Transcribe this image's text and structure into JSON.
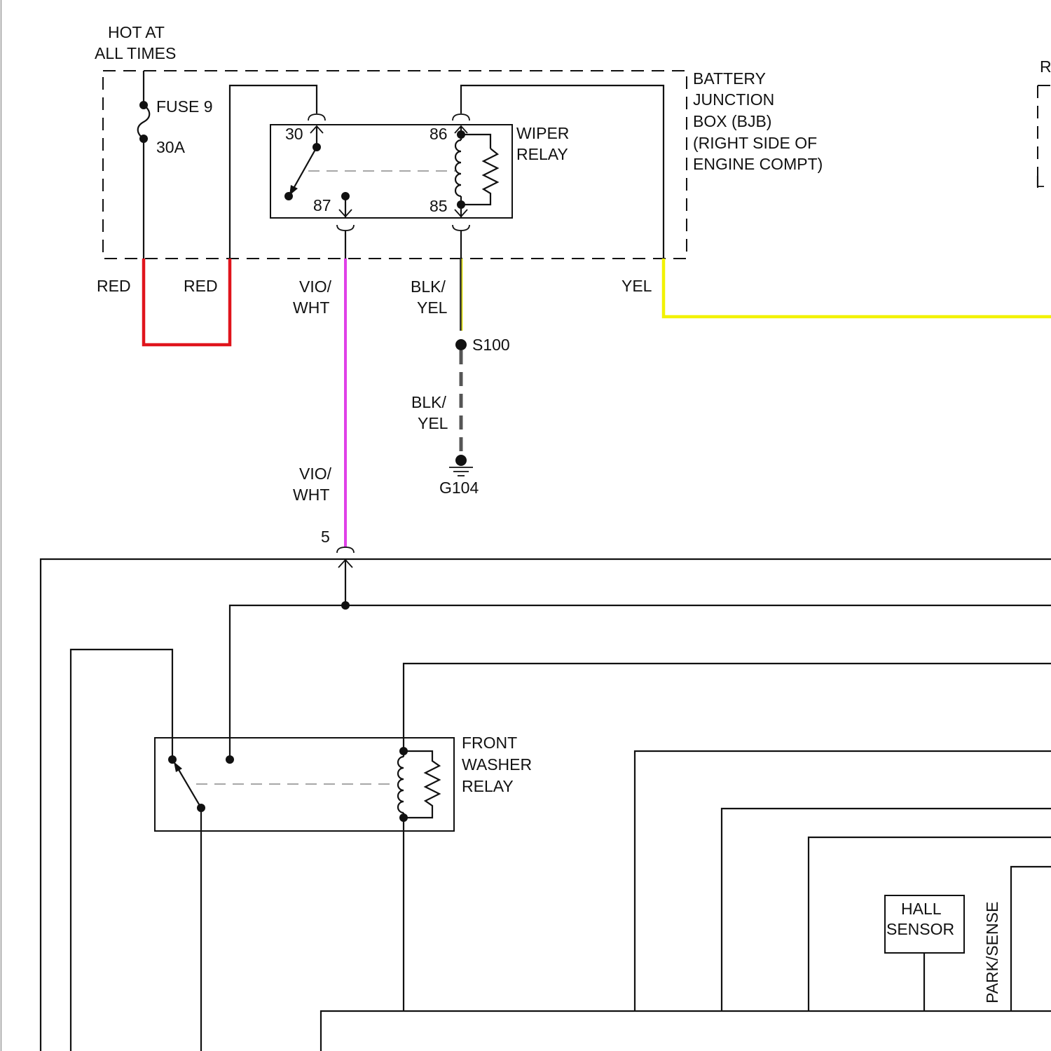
{
  "colors": {
    "red_wire": "#e0141c",
    "violet_white_wire": "#e040e8",
    "yellow_wire": "#f2f200",
    "black_yellow_wire": "#555555",
    "line": "#111111"
  },
  "supply": {
    "line1": "HOT AT",
    "line2": "ALL TIMES"
  },
  "fuse": {
    "name": "FUSE 9",
    "rating": "30A"
  },
  "bjb": {
    "line1": "BATTERY",
    "line2": "JUNCTION",
    "line3": "BOX (BJB)",
    "line4": "(RIGHT SIDE OF",
    "line5": "ENGINE COMPT)"
  },
  "wiper_relay": {
    "line1": "WIPER",
    "line2": "RELAY",
    "pins": {
      "p30": "30",
      "p86": "86",
      "p87": "87",
      "p85": "85"
    }
  },
  "wires": {
    "red_left": "RED",
    "red_right": "RED",
    "vio_top_1": "VIO/",
    "vio_top_2": "WHT",
    "blk_top_1": "BLK/",
    "blk_top_2": "YEL",
    "yel": "YEL",
    "blk_bot_1": "BLK/",
    "blk_bot_2": "YEL",
    "vio_bot_1": "VIO/",
    "vio_bot_2": "WHT"
  },
  "splice": "S100",
  "ground": "G104",
  "connector_pin": "5",
  "washer_relay": {
    "line1": "FRONT",
    "line2": "WASHER",
    "line3": "RELAY"
  },
  "hall_sensor": {
    "line1": "HALL",
    "line2": "SENSOR"
  },
  "park_sense": "PARK/SENSE",
  "edge_fragment_top": "R",
  "edge_fragment_side": "L"
}
